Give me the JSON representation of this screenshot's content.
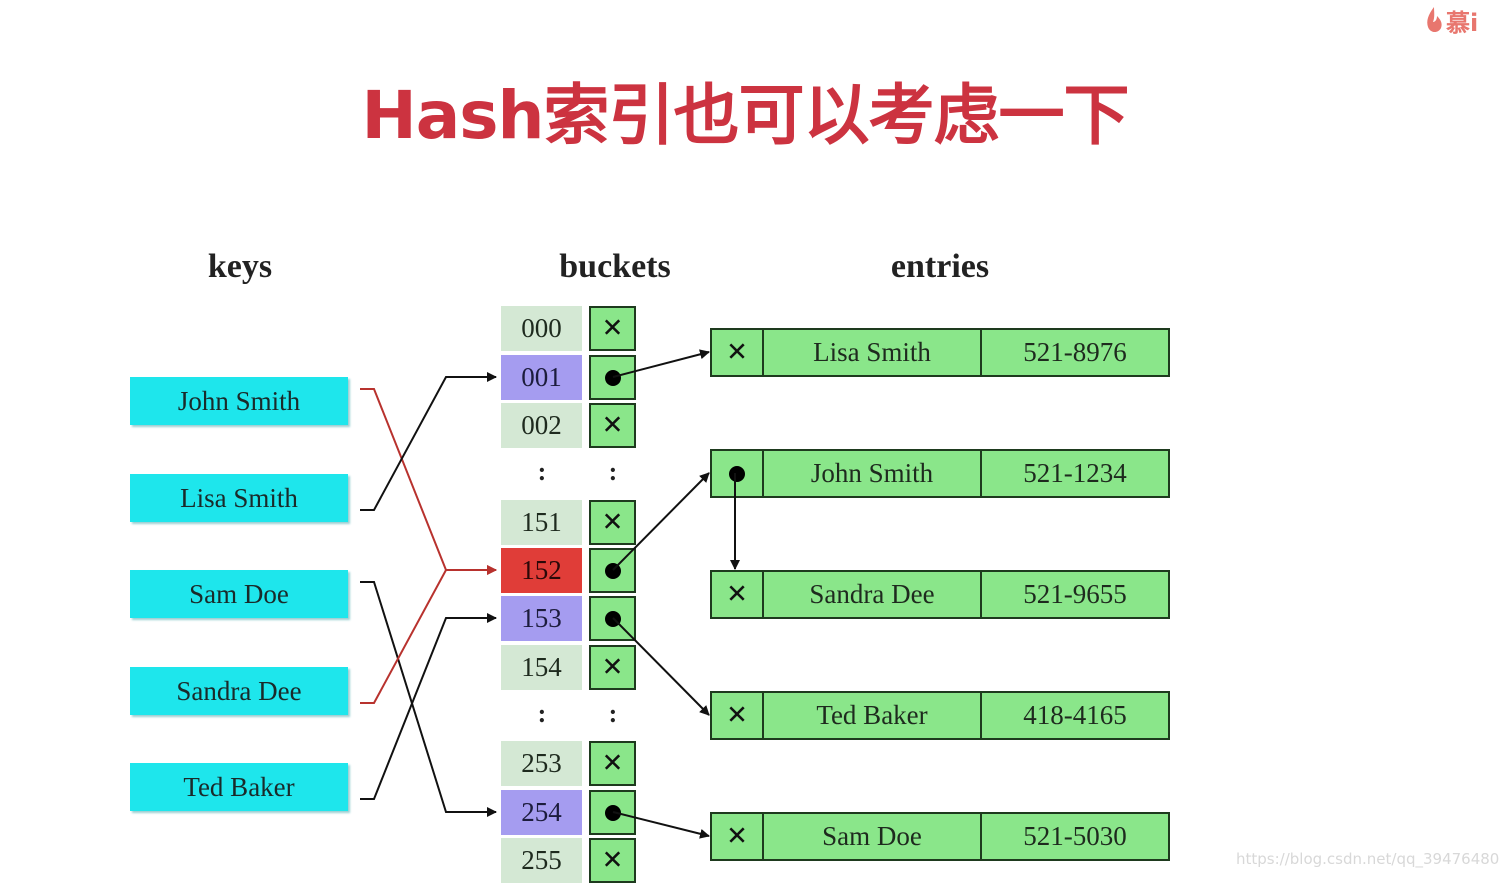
{
  "logo_text": "慕i",
  "title": "Hash索引也可以考虑一下",
  "headings": {
    "keys": "keys",
    "buckets": "buckets",
    "entries": "entries"
  },
  "keys": [
    "John Smith",
    "Lisa Smith",
    "Sam Doe",
    "Sandra Dee",
    "Ted Baker"
  ],
  "buckets": [
    {
      "index": "000",
      "pointer": "empty",
      "highlight": "none"
    },
    {
      "index": "001",
      "pointer": "filled",
      "highlight": "blue"
    },
    {
      "index": "002",
      "pointer": "empty",
      "highlight": "none"
    },
    {
      "index": ":",
      "pointer": "ellipsis",
      "highlight": "none"
    },
    {
      "index": "151",
      "pointer": "empty",
      "highlight": "none"
    },
    {
      "index": "152",
      "pointer": "filled",
      "highlight": "red"
    },
    {
      "index": "153",
      "pointer": "filled",
      "highlight": "blue"
    },
    {
      "index": "154",
      "pointer": "empty",
      "highlight": "none"
    },
    {
      "index": ":",
      "pointer": "ellipsis",
      "highlight": "none"
    },
    {
      "index": "253",
      "pointer": "empty",
      "highlight": "none"
    },
    {
      "index": "254",
      "pointer": "filled",
      "highlight": "blue"
    },
    {
      "index": "255",
      "pointer": "empty",
      "highlight": "none"
    }
  ],
  "entries": [
    {
      "name": "Lisa Smith",
      "phone": "521-8976",
      "next": "empty"
    },
    {
      "name": "John Smith",
      "phone": "521-1234",
      "next": "filled"
    },
    {
      "name": "Sandra Dee",
      "phone": "521-9655",
      "next": "empty"
    },
    {
      "name": "Ted Baker",
      "phone": "418-4165",
      "next": "empty"
    },
    {
      "name": "Sam Doe",
      "phone": "521-5030",
      "next": "empty"
    }
  ],
  "key_to_bucket": [
    {
      "key": "John Smith",
      "bucket": "152",
      "collision": true
    },
    {
      "key": "Lisa Smith",
      "bucket": "001",
      "collision": false
    },
    {
      "key": "Sam Doe",
      "bucket": "254",
      "collision": false
    },
    {
      "key": "Sandra Dee",
      "bucket": "152",
      "collision": true
    },
    {
      "key": "Ted Baker",
      "bucket": "153",
      "collision": false
    }
  ],
  "bucket_to_entry": [
    {
      "bucket": "001",
      "entry": "Lisa Smith"
    },
    {
      "bucket": "152",
      "entry": "John Smith"
    },
    {
      "bucket": "153",
      "entry": "Ted Baker"
    },
    {
      "bucket": "254",
      "entry": "Sam Doe"
    }
  ],
  "chain": [
    {
      "from": "John Smith",
      "to": "Sandra Dee"
    }
  ],
  "colors": {
    "title": "#cc3340",
    "key_box": "#1ee6ec",
    "bucket_index": "#d4e8d4",
    "bucket_highlight_blue": "#a59cf0",
    "bucket_highlight_red": "#e03d38",
    "cell_green": "#8ae68a",
    "collision_line": "#b8322e"
  },
  "watermark": "https://blog.csdn.net/qq_39476480"
}
